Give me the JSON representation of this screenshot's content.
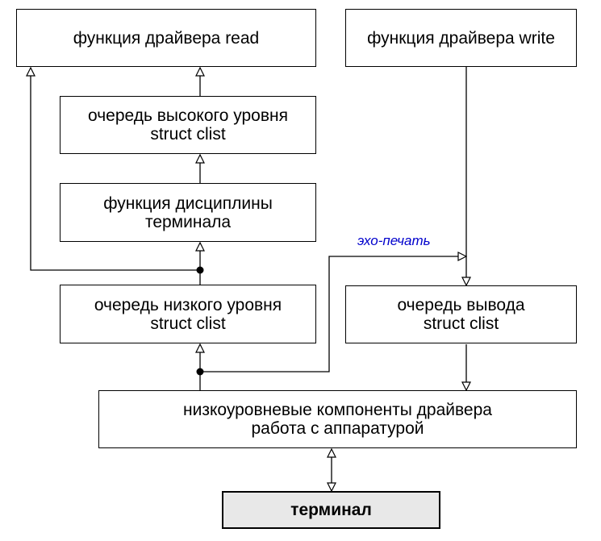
{
  "colors": {
    "line": "#000000",
    "box_fill": "#ffffff",
    "terminal_fill": "#e8e8e8",
    "echo_label": "#0000cc"
  },
  "boxes": {
    "read_func": {
      "line1": "функция драйвера read"
    },
    "write_func": {
      "line1": "функция драйвера write"
    },
    "high_queue": {
      "line1": "очередь высокого уровня",
      "line2": "struct clist"
    },
    "line_discipline": {
      "line1": "функция дисциплины",
      "line2": "терминала"
    },
    "low_queue": {
      "line1": "очередь низкого уровня",
      "line2": "struct clist"
    },
    "output_queue": {
      "line1": "очередь вывода",
      "line2": "struct clist"
    },
    "hw_components": {
      "line1": "низкоуровневые компоненты драйвера",
      "line2": "работа с аппаратурой"
    },
    "terminal": {
      "line1": "терминал"
    }
  },
  "edges": {
    "echo_label": "эхо-печать"
  }
}
